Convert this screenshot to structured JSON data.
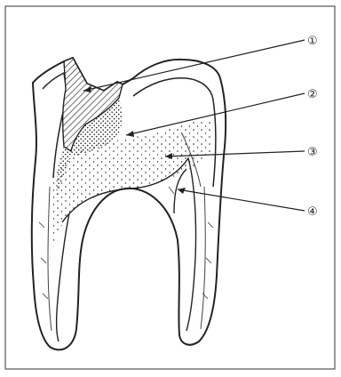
{
  "diagram": {
    "labels": [
      {
        "text": "①"
      },
      {
        "text": "②"
      },
      {
        "text": "③"
      },
      {
        "text": "④"
      }
    ]
  },
  "colors": {
    "ink": "#222222",
    "border": "#555555",
    "background": "#ffffff"
  }
}
